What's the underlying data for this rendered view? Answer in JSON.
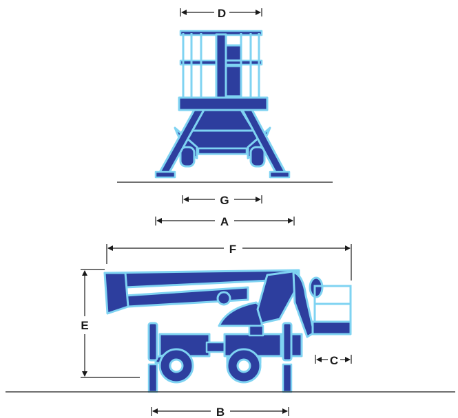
{
  "dimensions": {
    "a": "A",
    "b": "B",
    "c": "C",
    "d": "D",
    "e": "E",
    "f": "F",
    "g": "G"
  },
  "colors": {
    "body": "#2d3e9e",
    "outline": "#7fd3f2",
    "line": "#1a1a1a"
  }
}
